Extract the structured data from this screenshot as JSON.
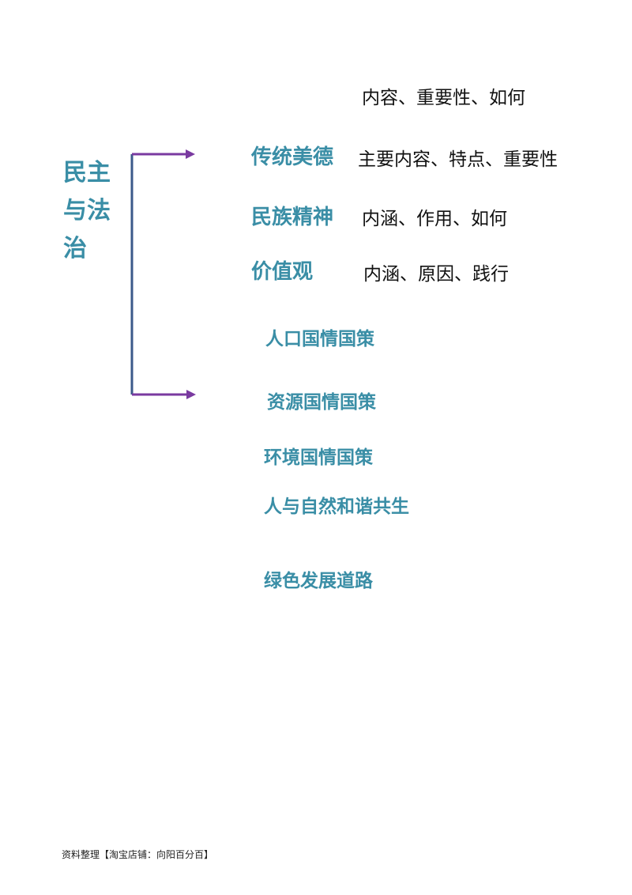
{
  "root": {
    "line1": "民主",
    "line2": "与法",
    "line3": "治"
  },
  "top_note": "内容、重要性、如何",
  "topics": [
    {
      "label": "传统美德",
      "desc": "主要内容、特点、重要性"
    },
    {
      "label": "民族精神",
      "desc": "内涵、作用、如何"
    },
    {
      "label": "价值观",
      "desc": "内涵、原因、践行"
    }
  ],
  "subtopics": [
    "人口国情国策",
    "资源国情国策",
    "环境国情国策",
    "人与自然和谐共生",
    "绿色发展道路"
  ],
  "footer": "资料整理【淘宝店铺：向阳百分百】",
  "colors": {
    "teal": "#3a8ea6",
    "bracket": "#3b5a8a",
    "arrow": "#7a3aa0",
    "text": "#111111"
  }
}
